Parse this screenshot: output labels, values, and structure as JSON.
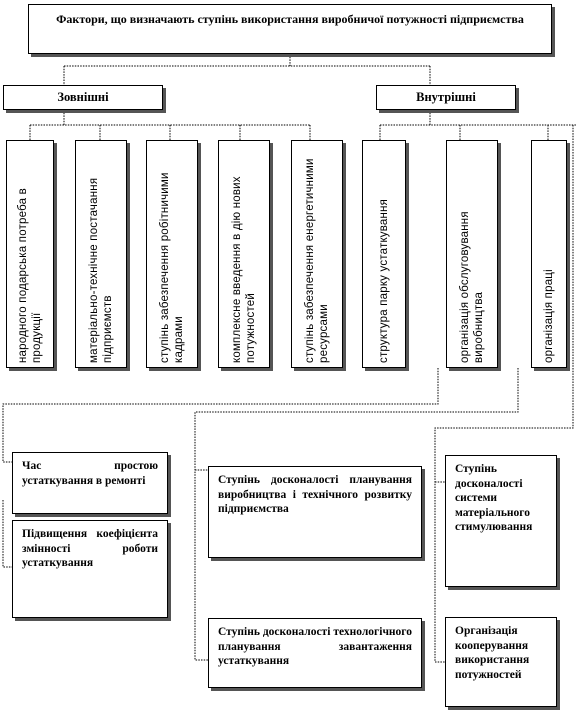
{
  "diagram": {
    "title": "Фактори, що визначають ступінь використання виробничої потужності підприємства",
    "groups": {
      "external": "Зовнішні",
      "internal": "Внутрішні"
    },
    "vertical_factors": [
      "народного подарська потреба в продукції",
      "матеріально-технічне постачання підприємств",
      "ступінь забезпечення робітничими кадрами",
      "комплексне введення в дію нових потужностей",
      "ступінь забезпечення енергетичними ресурсами",
      "структура парку устаткування",
      "організація обслуговування виробництва",
      "організація праці"
    ],
    "bottom_factors": {
      "downtime": "Час простою устаткування в ремонті",
      "shift_ratio": "Підвищення коефіцієнта змінності роботи устаткування",
      "planning_perfection": "Ступінь досконалості планування виробництва і технічного розвитку підприємства",
      "tech_planning": "Ступінь досконалості технологічного планування завантаження устаткування",
      "stimulation": "Ступінь досконалості системи матеріального стимулювання",
      "cooperation": "Організація кооперування використання потужностей"
    }
  }
}
